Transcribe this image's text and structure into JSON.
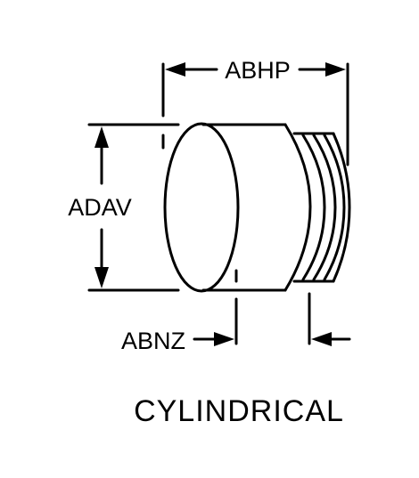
{
  "labels": {
    "abhp": "ABHP",
    "adav": "ADAV",
    "abnz": "ABNZ"
  },
  "caption": "CYLINDRICAL",
  "colors": {
    "ink": "#000000",
    "background": "#ffffff"
  }
}
